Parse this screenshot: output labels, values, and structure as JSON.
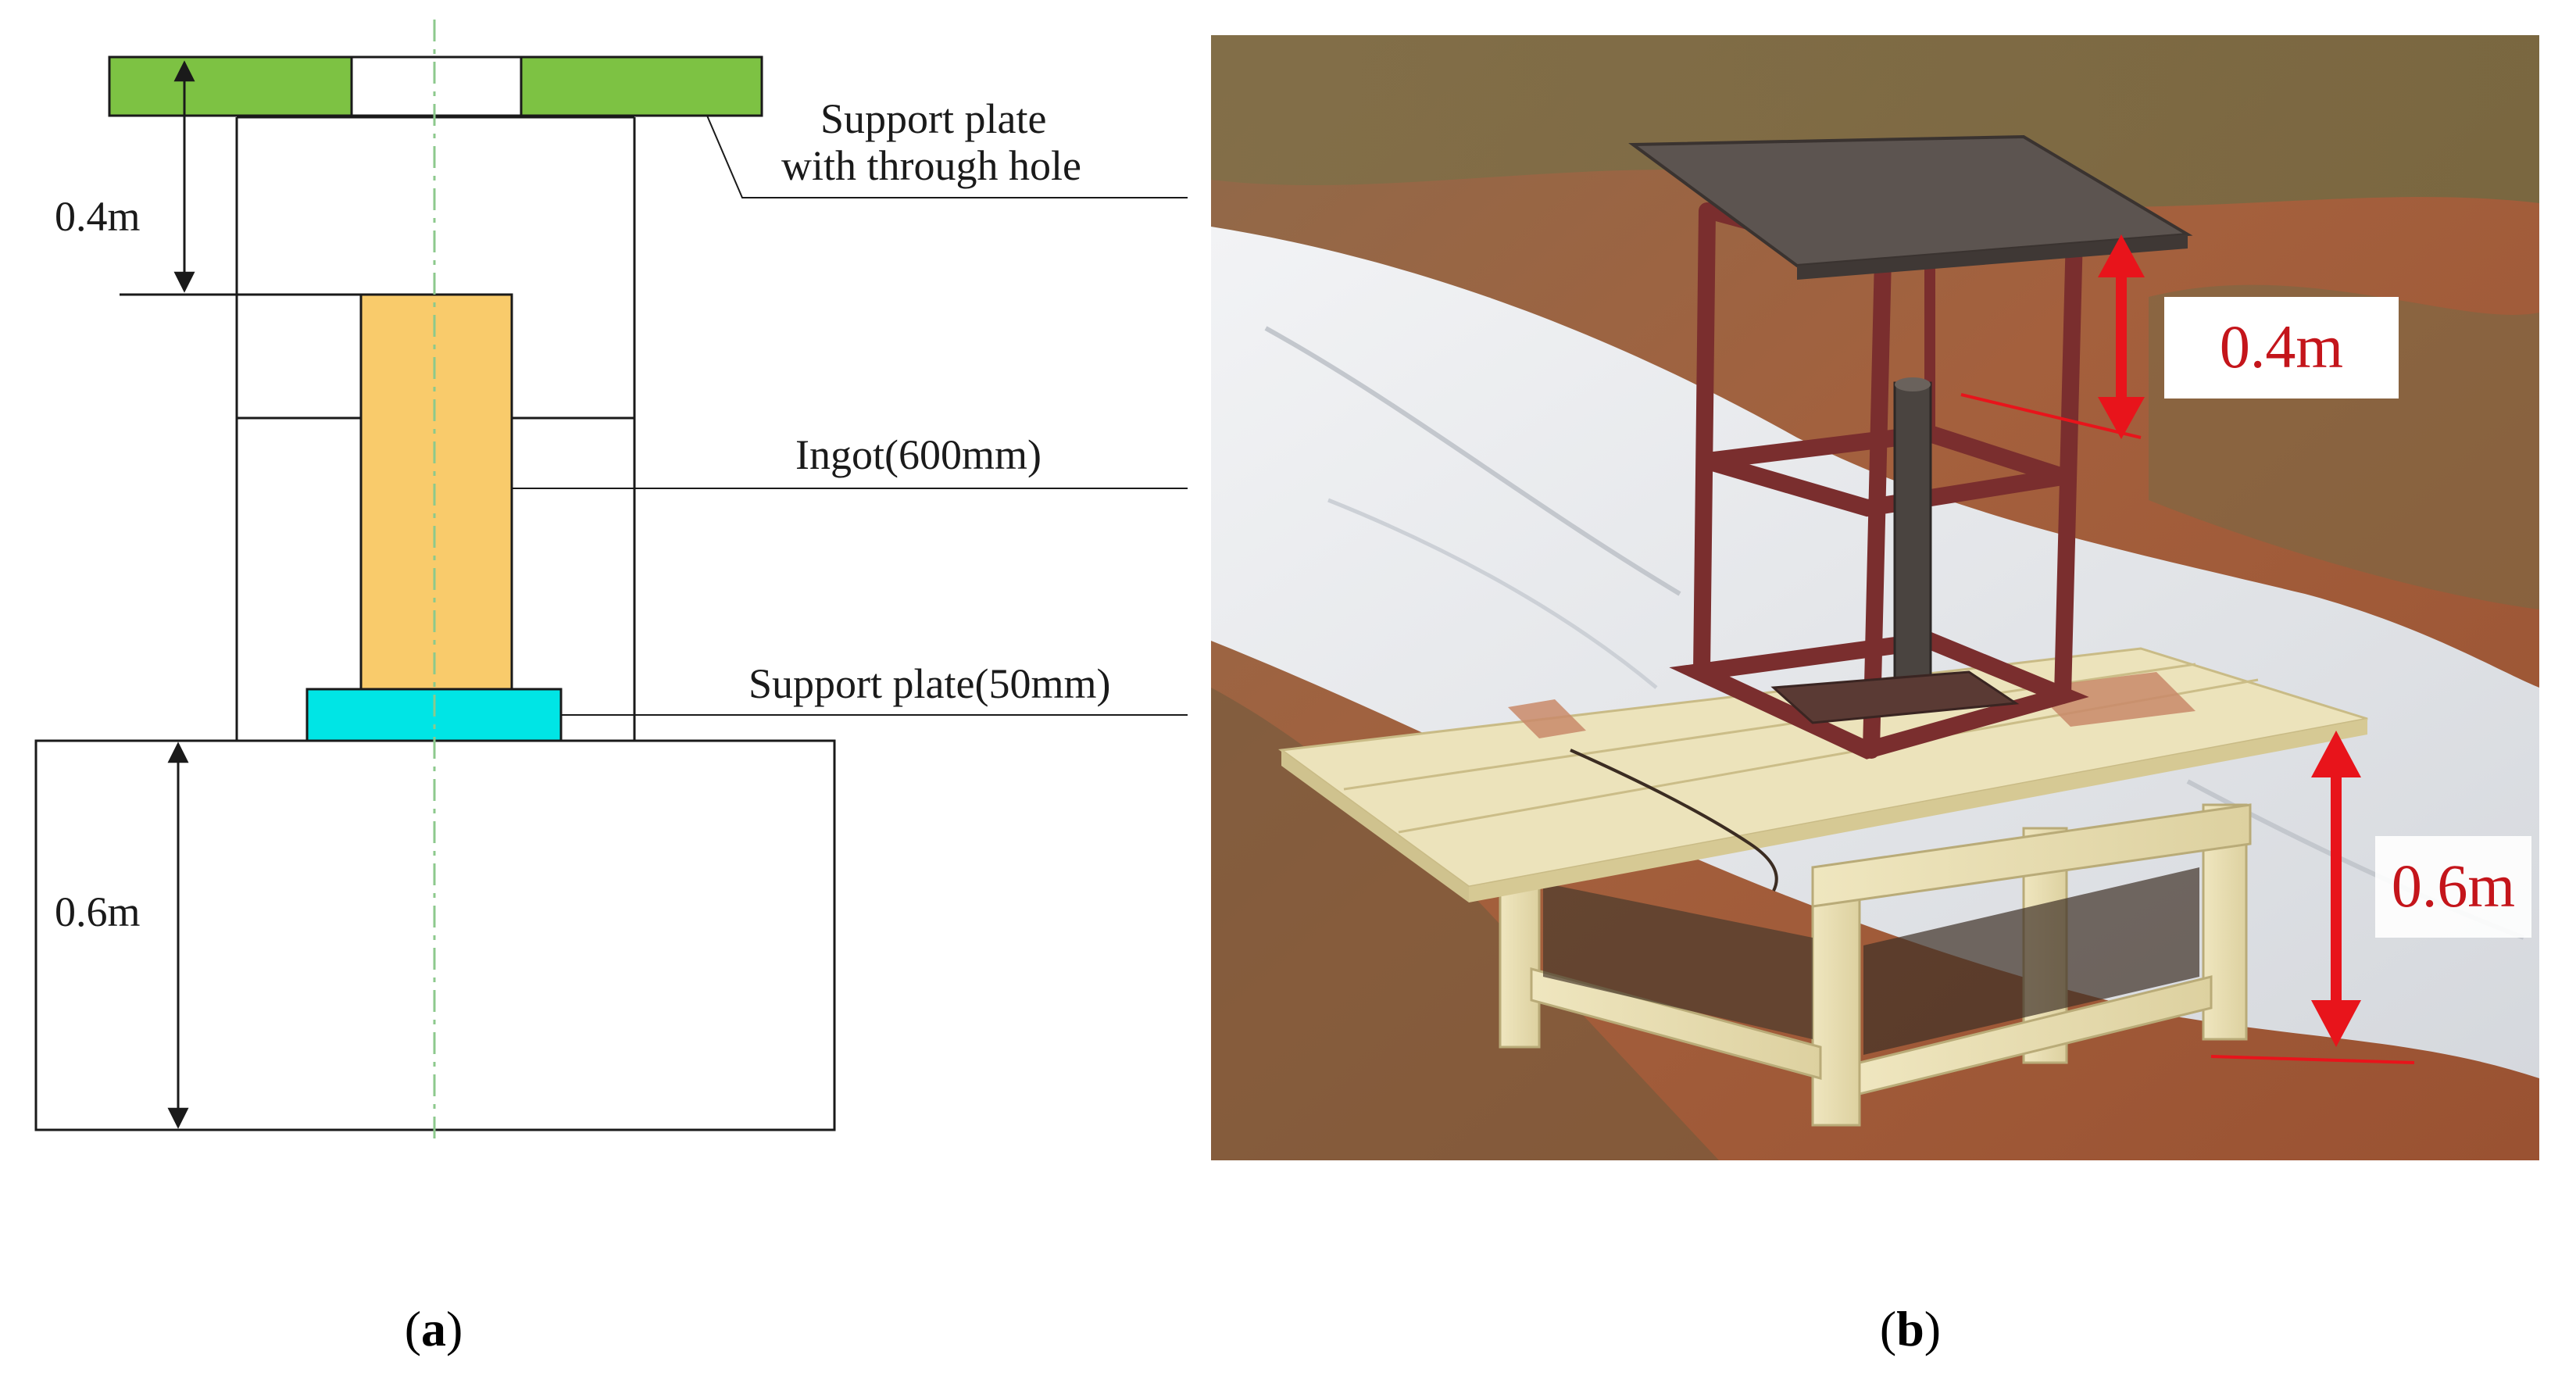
{
  "panel_a": {
    "label_open": "(",
    "label_letter": "a",
    "label_close": ")",
    "dim_top": "0.4m",
    "dim_bottom": "0.6m",
    "callout_top_line1": "Support plate",
    "callout_top_line2": "with through hole",
    "callout_ingot": "Ingot(600mm)",
    "callout_base_plate": "Support plate(50mm)",
    "colors": {
      "top_plate": "#7dc243",
      "ingot": "#f9cb6b",
      "base_plate": "#00e5e5",
      "centerline": "#8cc98c",
      "lines": "#1a1a1a"
    }
  },
  "panel_b": {
    "label_open": "(",
    "label_letter": "b",
    "label_close": ")",
    "dim_top": "0.4m",
    "dim_bottom": "0.6m",
    "colors": {
      "annotation": "#e8141b",
      "frame": "#7a2e2e",
      "wood": "#e9dfb3",
      "soil": "#9c5a3a",
      "tarp": "#e4e6ea"
    }
  }
}
